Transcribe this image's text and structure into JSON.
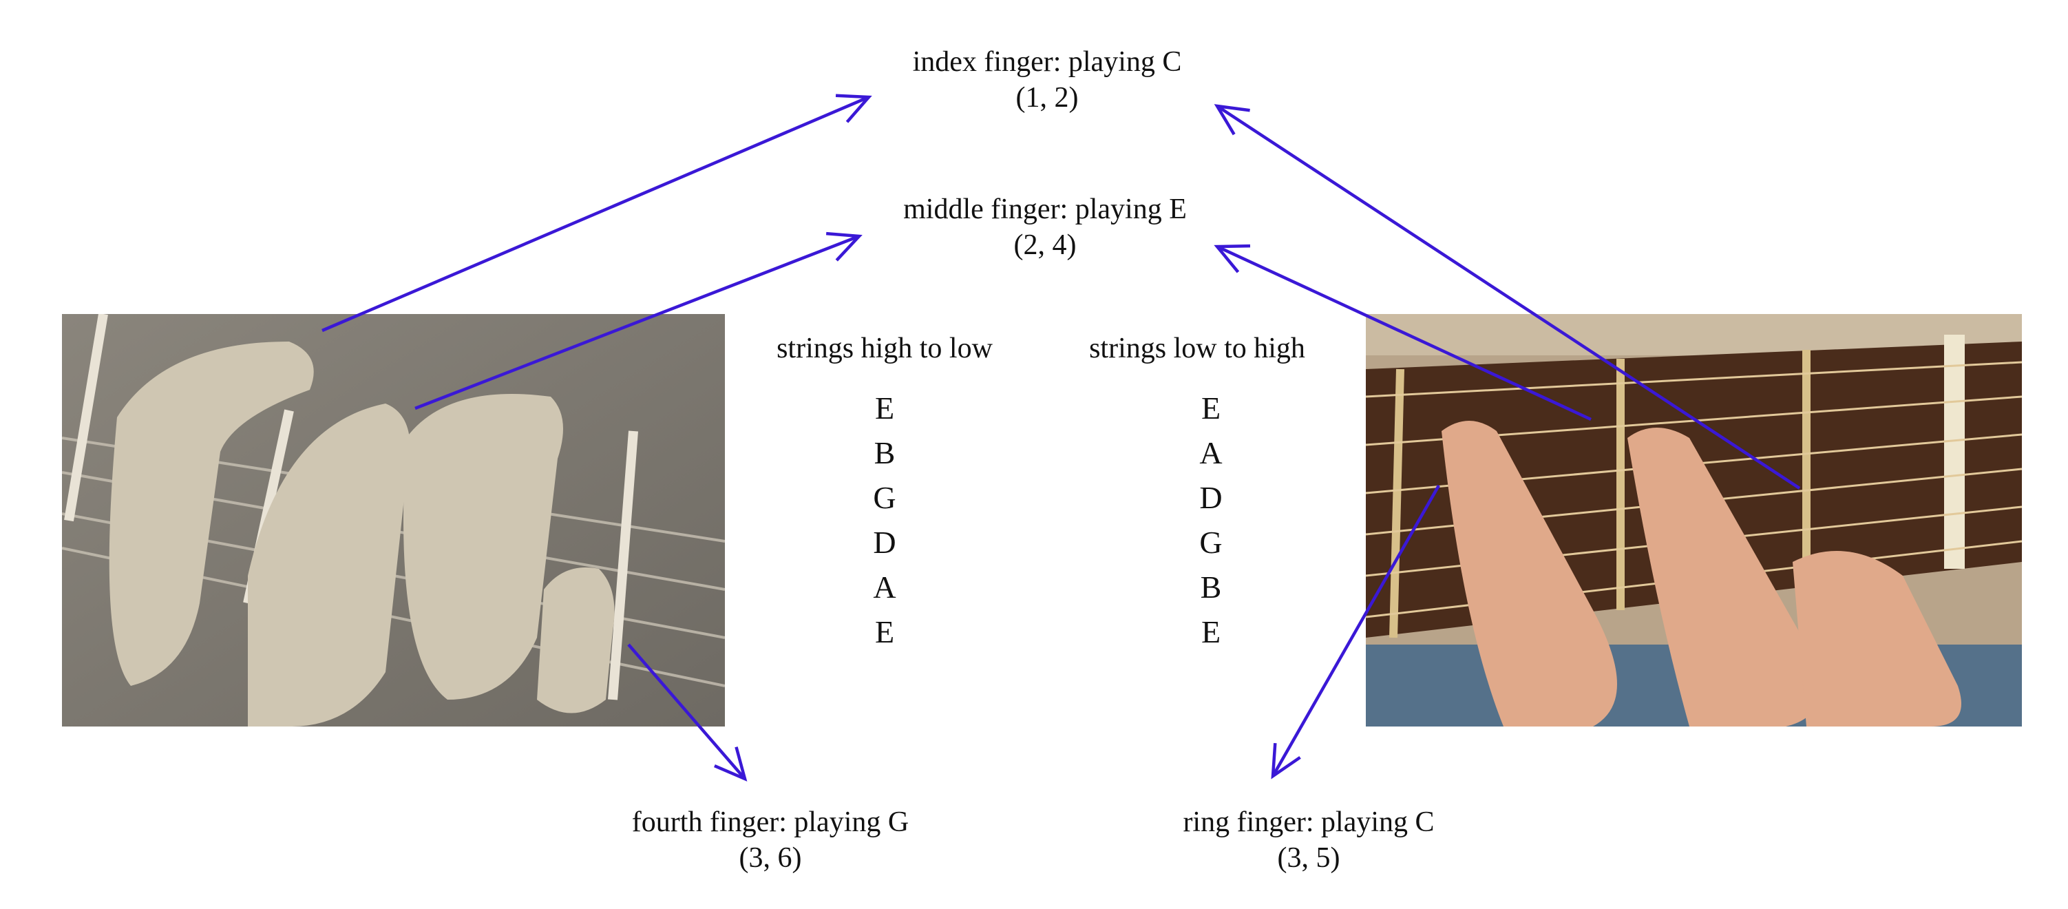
{
  "labels": {
    "index": {
      "title": "index finger: playing C",
      "coords": "(1, 2)"
    },
    "middle": {
      "title": "middle finger: playing E",
      "coords": "(2, 4)"
    },
    "fourth": {
      "title": "fourth finger: playing G",
      "coords": "(3, 6)"
    },
    "ring": {
      "title": "ring finger: playing C",
      "coords": "(3, 5)"
    }
  },
  "strings_high_to_low": {
    "heading": "strings high to low",
    "notes": [
      "E",
      "B",
      "G",
      "D",
      "A",
      "E"
    ]
  },
  "strings_low_to_high": {
    "heading": "strings low to high",
    "notes": [
      "E",
      "A",
      "D",
      "G",
      "B",
      "E"
    ]
  },
  "colors": {
    "arrow": "#3a18d6"
  }
}
